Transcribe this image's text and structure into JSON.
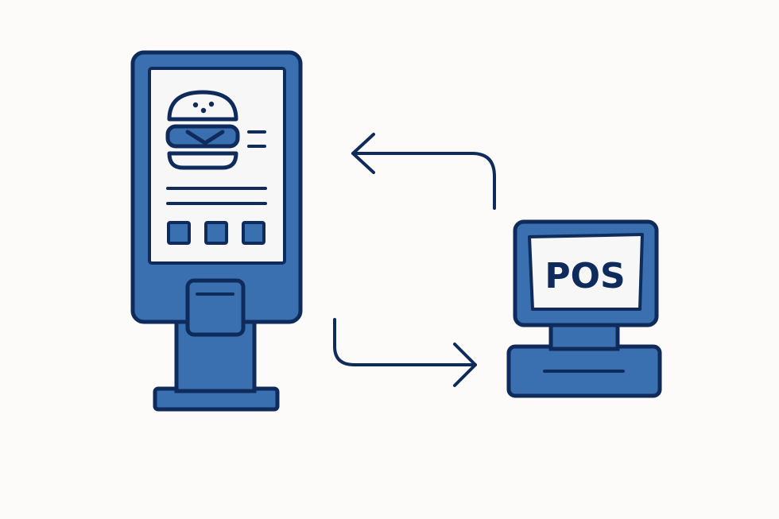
{
  "colors": {
    "background": "#fcfbf9",
    "outline": "#0f2b5b",
    "fill_blue": "#3a6fb0",
    "screen": "#f7f7f7"
  },
  "kiosk": {
    "name": "self-order-kiosk",
    "screen_icon": "burger-icon",
    "menu_buttons": 3
  },
  "pos": {
    "label": "POS"
  },
  "arrows": [
    {
      "name": "arrow-to-kiosk",
      "direction": "left"
    },
    {
      "name": "arrow-to-pos",
      "direction": "right"
    }
  ]
}
